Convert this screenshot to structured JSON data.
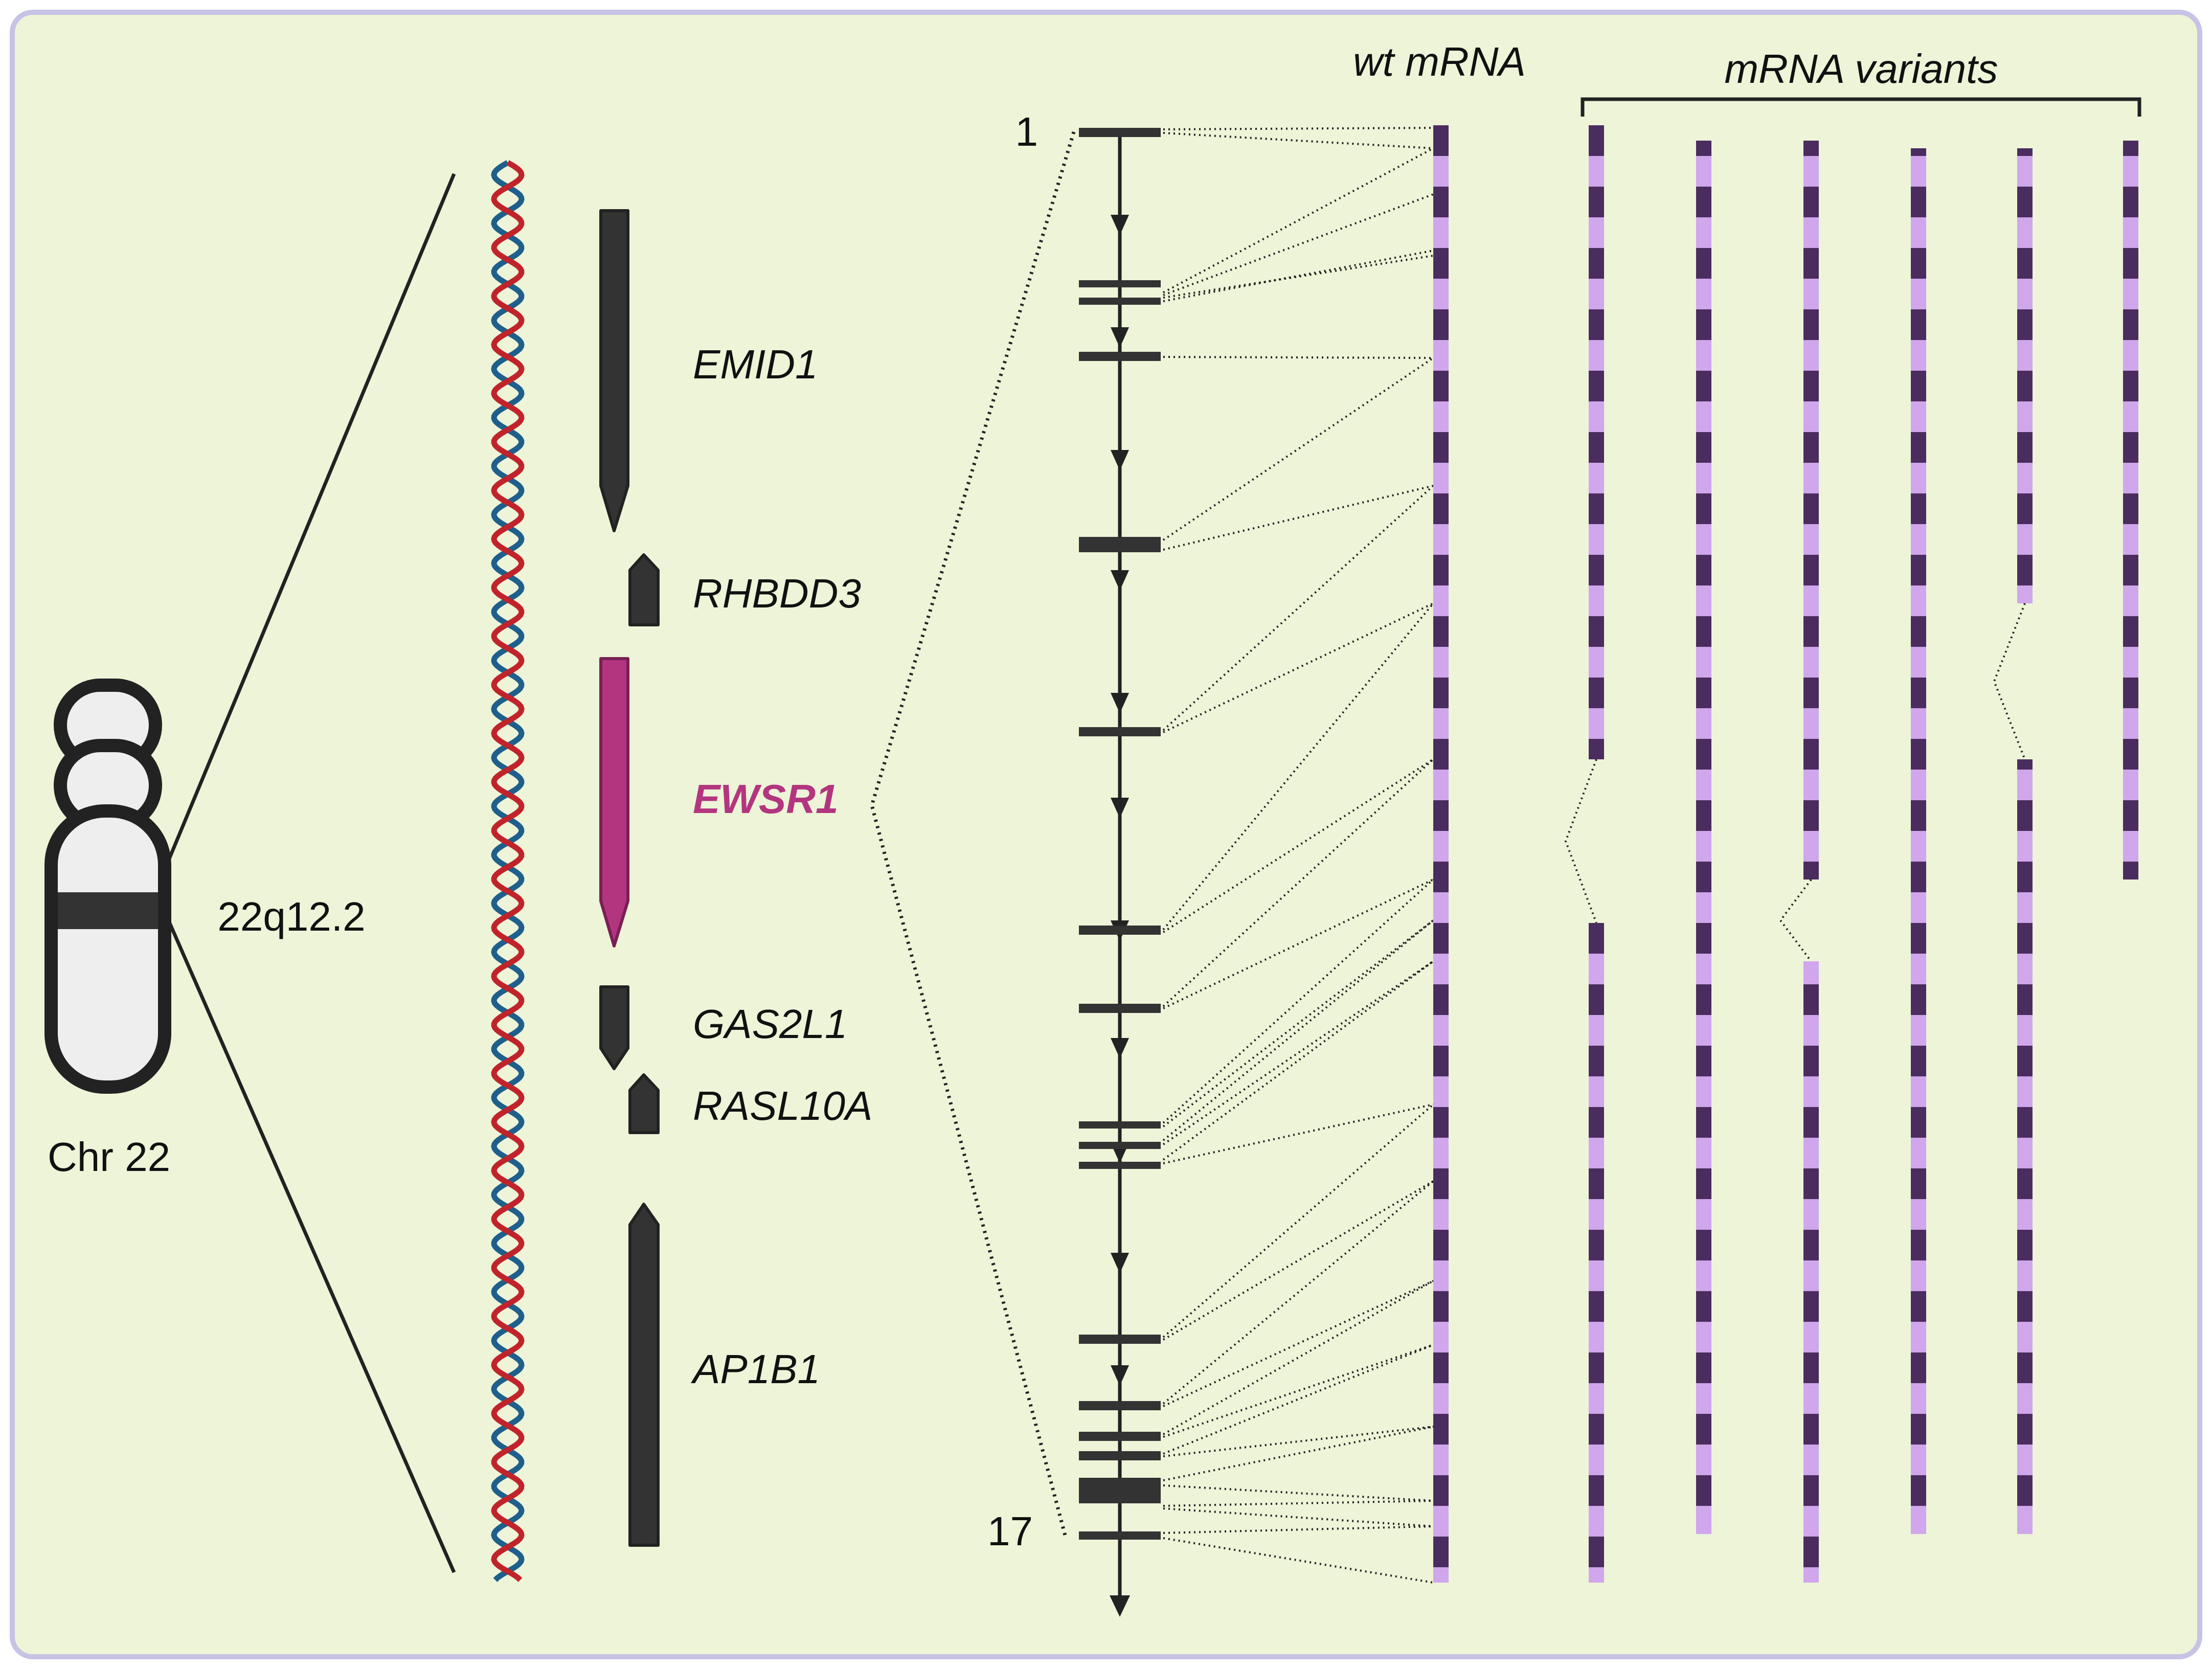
{
  "colors": {
    "background": "#edf4d8",
    "border": "#c6c3e6",
    "dark": "#333333",
    "highlight": "#b3357f",
    "exon_dark": "#4a2c5e",
    "exon_light": "#d0a6ec",
    "helix_red": "#c0242a",
    "helix_blue": "#1e5f8c"
  },
  "chromosome": {
    "name": "Chr 22",
    "band": "22q12.2"
  },
  "genes": [
    {
      "name": "EMID1",
      "direction": "down",
      "highlight": false
    },
    {
      "name": "RHBDD3",
      "direction": "up",
      "highlight": false
    },
    {
      "name": "EWSR1",
      "direction": "down",
      "highlight": true
    },
    {
      "name": "GAS2L1",
      "direction": "down",
      "highlight": false
    },
    {
      "name": "RASL10A",
      "direction": "up",
      "highlight": false
    },
    {
      "name": "AP1B1",
      "direction": "up",
      "highlight": false
    }
  ],
  "exon_structure": {
    "first_exon": "1",
    "last_exon": "17"
  },
  "mrna": {
    "wt_label": "wt mRNA",
    "variants_label": "mRNA variants",
    "variant_count": 6
  }
}
